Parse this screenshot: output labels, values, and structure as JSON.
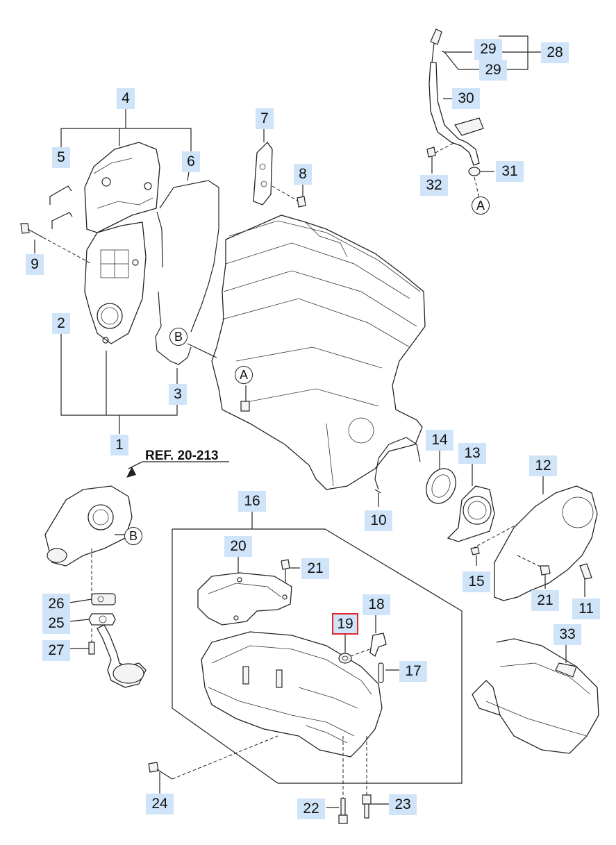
{
  "figure": {
    "reference_note": "REF. 20-213",
    "highlight_color": "#e0252b",
    "callout_color": "#cfe4f8",
    "connector_labels": [
      "A",
      "B"
    ],
    "callouts": [
      {
        "id": "c1",
        "label": "1"
      },
      {
        "id": "c2",
        "label": "2"
      },
      {
        "id": "c3",
        "label": "3"
      },
      {
        "id": "c4",
        "label": "4"
      },
      {
        "id": "c5",
        "label": "5"
      },
      {
        "id": "c6",
        "label": "6"
      },
      {
        "id": "c7",
        "label": "7"
      },
      {
        "id": "c8",
        "label": "8"
      },
      {
        "id": "c9",
        "label": "9"
      },
      {
        "id": "c10",
        "label": "10"
      },
      {
        "id": "c11",
        "label": "11"
      },
      {
        "id": "c12",
        "label": "12"
      },
      {
        "id": "c13",
        "label": "13"
      },
      {
        "id": "c14",
        "label": "14"
      },
      {
        "id": "c15",
        "label": "15"
      },
      {
        "id": "c16",
        "label": "16"
      },
      {
        "id": "c17",
        "label": "17"
      },
      {
        "id": "c18",
        "label": "18"
      },
      {
        "id": "c19",
        "label": "19",
        "highlighted": true
      },
      {
        "id": "c20",
        "label": "20"
      },
      {
        "id": "c21a",
        "label": "21"
      },
      {
        "id": "c21b",
        "label": "21"
      },
      {
        "id": "c22",
        "label": "22"
      },
      {
        "id": "c23",
        "label": "23"
      },
      {
        "id": "c24",
        "label": "24"
      },
      {
        "id": "c25",
        "label": "25"
      },
      {
        "id": "c26",
        "label": "26"
      },
      {
        "id": "c27",
        "label": "27"
      },
      {
        "id": "c28",
        "label": "28"
      },
      {
        "id": "c29a",
        "label": "29"
      },
      {
        "id": "c29b",
        "label": "29"
      },
      {
        "id": "c30",
        "label": "30"
      },
      {
        "id": "c31",
        "label": "31"
      },
      {
        "id": "c32",
        "label": "32"
      },
      {
        "id": "c33",
        "label": "33"
      }
    ]
  }
}
